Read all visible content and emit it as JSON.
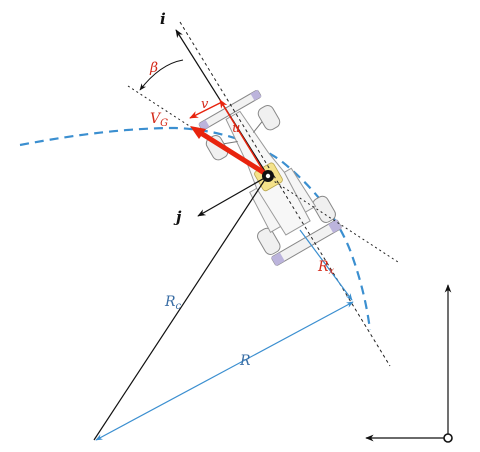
{
  "labels": {
    "axis_i": "i",
    "axis_j": "j",
    "beta": "β",
    "v": "v",
    "u": "u",
    "VG": "V",
    "VG_sub": "G",
    "Rx": "R",
    "Rx_sub": "x",
    "Rc": "R",
    "Rc_sub": "c",
    "R": "R"
  },
  "colors": {
    "velocity_red": "#e8240e",
    "label_red": "#d42a1a",
    "trajectory_blue": "#3b8fd0",
    "radius_blue": "#3b8fd0",
    "label_blue": "#3a6ea5",
    "axes_black": "#111111",
    "car_body": "#eeeeee",
    "car_accent": "#bcb4dc",
    "cockpit_yellow": "#f4e28a"
  },
  "icons": {
    "center_of_gravity": "cg-marker-icon",
    "frame_origin": "origin-circle-icon"
  }
}
